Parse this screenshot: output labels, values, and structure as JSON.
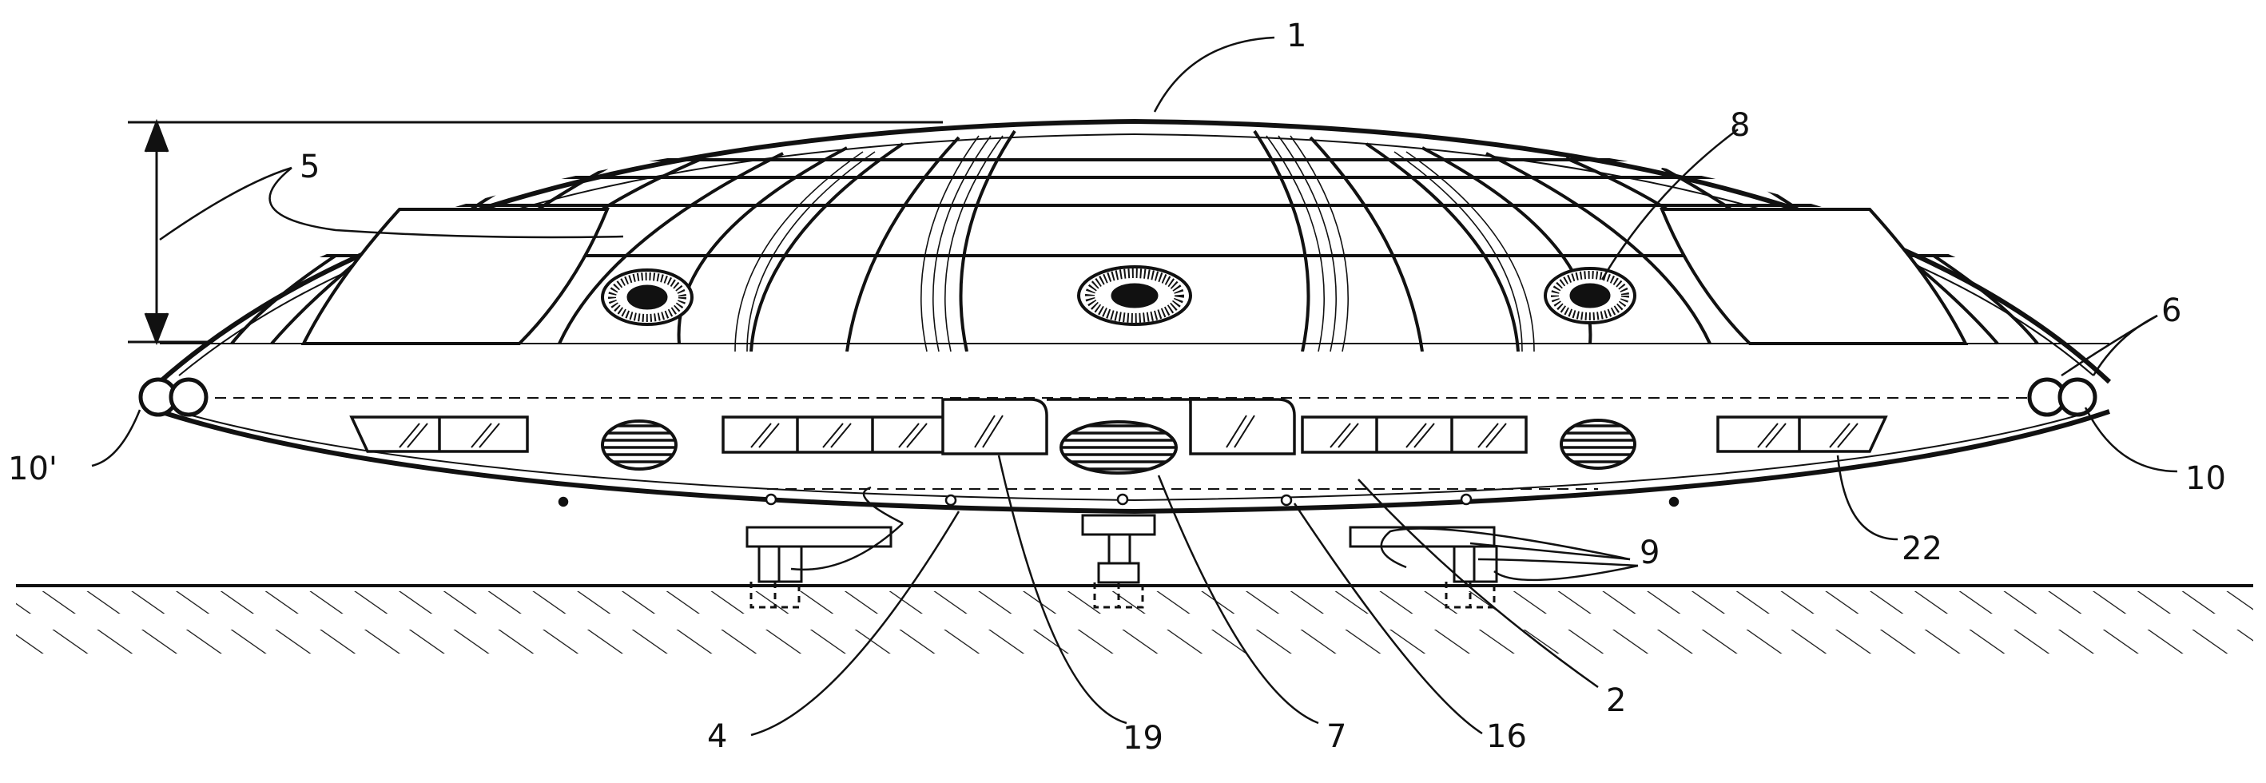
{
  "labels": {
    "l1": "1",
    "l2": "2",
    "l4": "4",
    "l5": "5",
    "l6": "6",
    "l7": "7",
    "l8": "8",
    "l9": "9",
    "l10": "10",
    "l10p": "10'",
    "l16": "16",
    "l19": "19",
    "l22": "22"
  },
  "colors": {
    "ink": "#111111",
    "background": "#ffffff"
  }
}
